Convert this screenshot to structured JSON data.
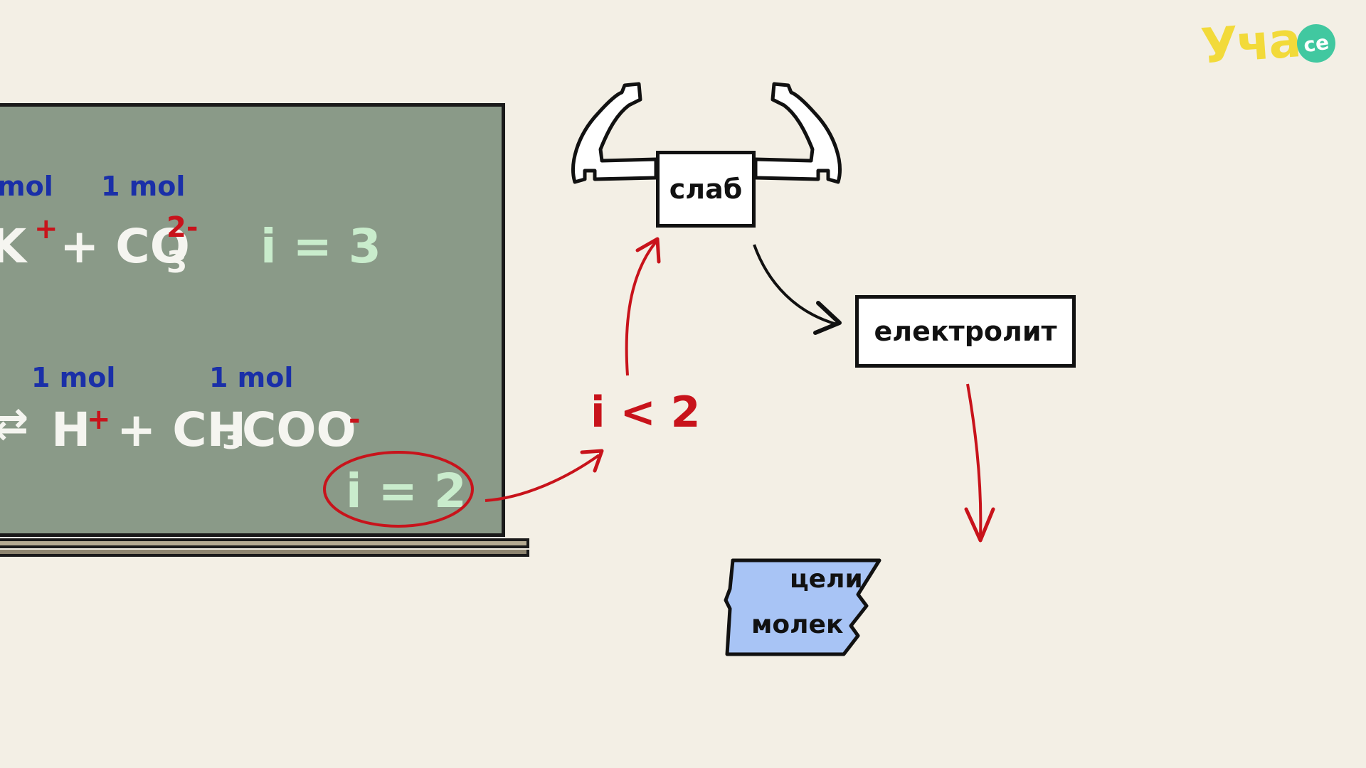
{
  "logo": {
    "text": "Уча",
    "badge": "се"
  },
  "board": {
    "mol_a1": "mol",
    "mol_a2": "1 mol",
    "eq1_k": "K",
    "eq1_k_charge": "+",
    "eq1_plus": "+ CO",
    "eq1_sub": "3",
    "eq1_charge": "2-",
    "eq1_i": "i = 3",
    "mol_b1": "1 mol",
    "mol_b2": "1 mol",
    "eq2_arrow": "⇄",
    "eq2_h": "H",
    "eq2_h_charge": "+",
    "eq2_rest": "+ CH",
    "eq2_sub": "3",
    "eq2_coo": "COO",
    "eq2_charge": "-",
    "eq2_i": "i = 2"
  },
  "diagram": {
    "weak_label": "слаб",
    "condition": "i < 2",
    "electrolyte_label": "електролит",
    "blue_line1": "цели",
    "blue_line2": "молек"
  },
  "colors": {
    "background": "#f3efe5",
    "board": "#8a9a88",
    "mol_blue": "#1a2fa8",
    "accent_red": "#c8131b",
    "chalk_green": "#c9eccc",
    "logo_yellow": "#f2da3a",
    "logo_teal": "#41c8a0",
    "note_blue": "#a8c4f5"
  }
}
